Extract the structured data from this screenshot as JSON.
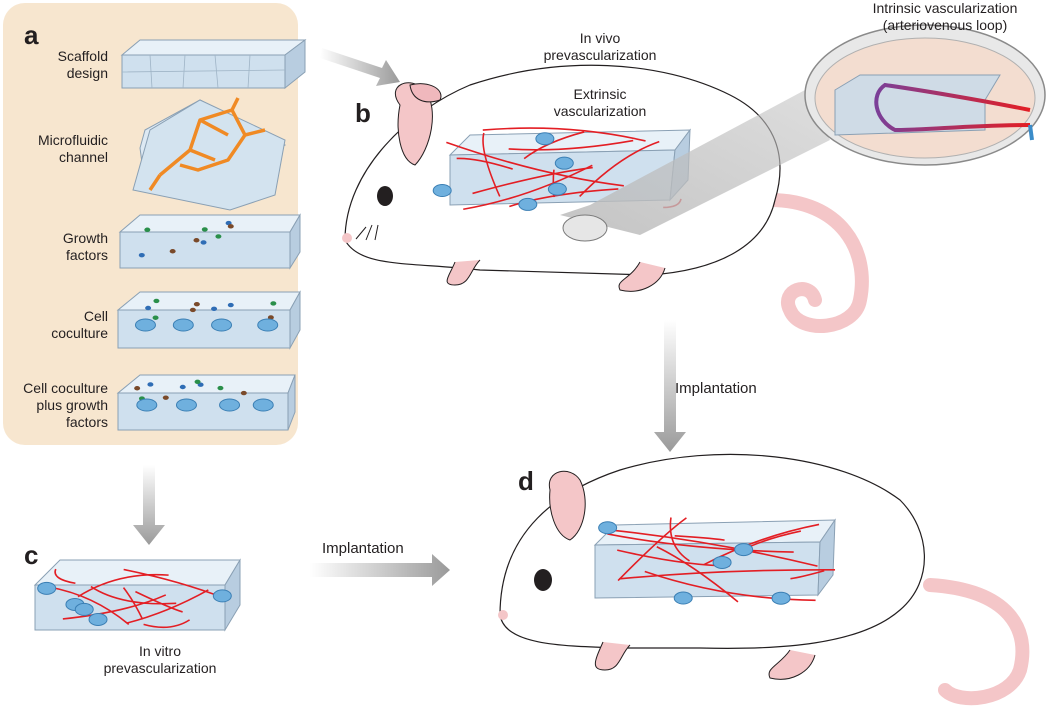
{
  "panels": {
    "a": "a",
    "b": "b",
    "c": "c",
    "d": "d"
  },
  "panel_a": {
    "rows": [
      {
        "line1": "Scaffold",
        "line2": "design"
      },
      {
        "line1": "Microfluidic",
        "line2": "channel"
      },
      {
        "line1": "Growth",
        "line2": "factors"
      },
      {
        "line1": "Cell",
        "line2": "coculture"
      },
      {
        "line1": "Cell coculture",
        "line2": "plus growth",
        "line3": "factors"
      }
    ]
  },
  "panel_b": {
    "in_vivo_line1": "In vivo",
    "in_vivo_line2": "prevascularization",
    "extrinsic_line1": "Extrinsic",
    "extrinsic_line2": "vascularization",
    "intrinsic_line1": "Intrinsic vascularization",
    "intrinsic_line2": "(arteriovenous loop)"
  },
  "panel_c": {
    "caption_line1": "In vitro",
    "caption_line2": "prevascularization"
  },
  "arrows": {
    "implantation_vertical": "Implantation",
    "implantation_horizontal": "Implantation"
  },
  "colors": {
    "panel_a_bg": "#f7e6cf",
    "scaffold": "#d6e6f2",
    "vessel": "#e31e24",
    "cell": "#6fb0de",
    "mouse_skin": "#f4c6c8",
    "channel": "#f08a24"
  }
}
